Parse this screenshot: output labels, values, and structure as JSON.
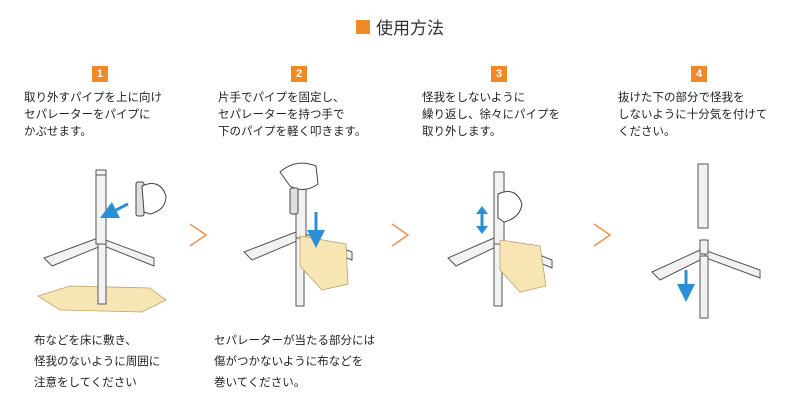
{
  "title": "使用方法",
  "colors": {
    "accent": "#f08a24",
    "pipe_fill": "#f2f2f2",
    "pipe_stroke": "#555555",
    "cloth": "#f7e6b4",
    "cloth_stroke": "#b8a36a",
    "blue_arrow": "#2c8fd6",
    "separator_arrow": "#e8944c"
  },
  "steps": [
    {
      "number": "1",
      "text": "取り外すパイプを上に向け\nセパレーターをパイプに\nかぶせます。"
    },
    {
      "number": "2",
      "text": "片手でパイプを固定し、\nセパレーターを持つ手で\n下のパイプを軽く叩きます。"
    },
    {
      "number": "3",
      "text": "怪我をしないように\n繰り返し、徐々にパイプを\n取り外します。"
    },
    {
      "number": "4",
      "text": "抜けた下の部分で怪我を\nしないように十分気を付けて\nください。"
    }
  ],
  "notes": [
    {
      "text": "布などを床に敷き、\n怪我のないように周囲に\n注意をしてください"
    },
    {
      "text": "セパレーターが当たる部分には\n傷がつかないように布などを\n巻いてください。"
    }
  ],
  "icons": {
    "separator": "chevron-right-icon",
    "motion_arrow": "blue-arrow-icon"
  }
}
